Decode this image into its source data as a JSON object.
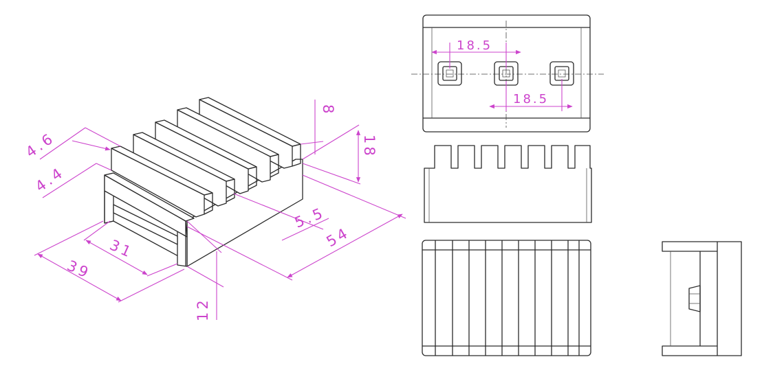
{
  "colors": {
    "dimension": "#cc44cc",
    "outline": "#2a2a2a",
    "background": "#ffffff"
  },
  "iso_view": {
    "dims": {
      "fin_thickness": "4.6",
      "fin_gap": "4.4",
      "fin_height": "8",
      "total_height": "18",
      "base_thickness": "5.5",
      "length": "54",
      "inner_width": "31",
      "outer_width": "39",
      "leg_height": "12"
    }
  },
  "top_view": {
    "dims": {
      "hole_pitch_left": "18.5",
      "hole_pitch_right": "18.5"
    }
  },
  "front_view": {},
  "bottom_view": {},
  "side_view": {}
}
